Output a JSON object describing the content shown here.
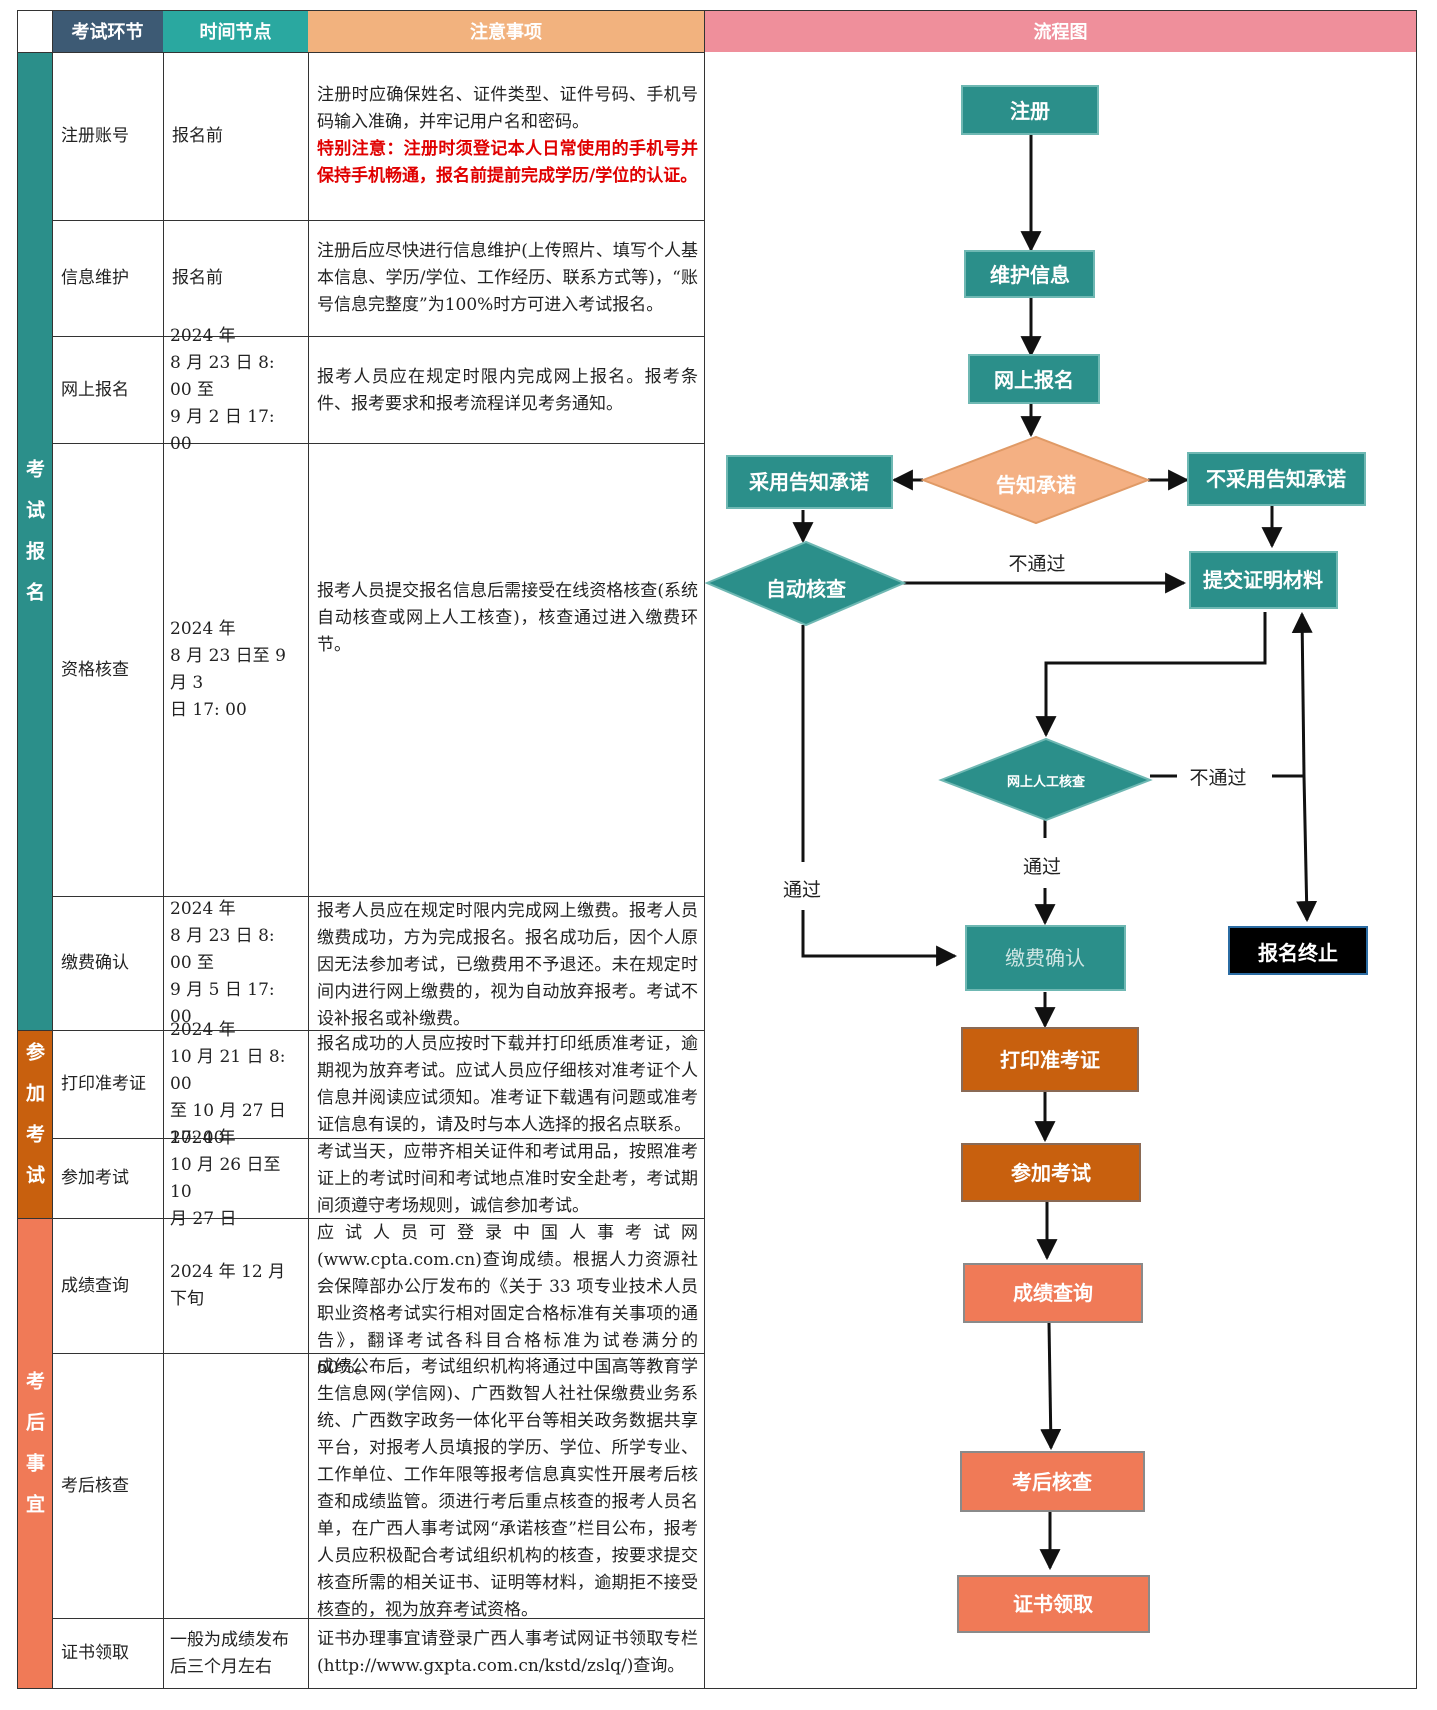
{
  "header": {
    "stage": "考试环节",
    "time": "时间节点",
    "notes": "注意事项",
    "flowchart": "流程图"
  },
  "colors": {
    "header_stage": "#3d5a74",
    "header_time": "#2aa8a0",
    "header_notes": "#f2b27e",
    "header_flow": "#ef8f9b",
    "teal": "#2b8f8a",
    "orange_dark": "#c8600e",
    "salmon": "#f07a57",
    "peach": "#f4b083",
    "red_text": "#e00000"
  },
  "bands": [
    {
      "label": "考试报名"
    },
    {
      "label": "参加考试"
    },
    {
      "label": "考后事宜"
    }
  ],
  "rows": [
    {
      "stage": "注册账号",
      "time": "报名前",
      "note": "注册时应确保姓名、证件类型、证件号码、手机号码输入准确，并牢记用户名和密码。",
      "note_red": "特别注意：注册时须登记本人日常使用的手机号并保持手机畅通，报名前提前完成学历/学位的认证。"
    },
    {
      "stage": "信息维护",
      "time": "报名前",
      "note": "注册后应尽快进行信息维护(上传照片、填写个人基本信息、学历/学位、工作经历、联系方式等)，“账号信息完整度”为100%时方可进入考试报名。"
    },
    {
      "stage": "网上报名",
      "time_lines": [
        "2024 年",
        "8 月 23 日 8: 00 至",
        "9 月 2 日 17: 00"
      ],
      "note": "报考人员应在规定时限内完成网上报名。报考条件、报考要求和报考流程详见考务通知。"
    },
    {
      "stage": "资格核查",
      "time_lines": [
        "2024 年",
        "8 月 23 日至 9 月 3",
        "日 17: 00"
      ],
      "note": "报考人员提交报名信息后需接受在线资格核查(系统自动核查或网上人工核查)，核查通过进入缴费环节。"
    },
    {
      "stage": "缴费确认",
      "time_lines": [
        "2024 年",
        "8 月 23 日 8: 00 至",
        "9 月 5 日 17: 00"
      ],
      "note": "报考人员应在规定时限内完成网上缴费。报考人员缴费成功，方为完成报名。报名成功后，因个人原因无法参加考试，已缴费用不予退还。未在规定时间内进行网上缴费的，视为自动放弃报考。考试不设补报名或补缴费。"
    },
    {
      "stage": "打印准考证",
      "time_lines": [
        "2024 年",
        "10 月 21 日 8: 00",
        "至 10 月 27 日",
        "17: 00"
      ],
      "note": "报名成功的人员应按时下载并打印纸质准考证，逾期视为放弃考试。应试人员应仔细核对准考证个人信息并阅读应试须知。准考证下载遇有问题或准考证信息有误的，请及时与本人选择的报名点联系。"
    },
    {
      "stage": "参加考试",
      "time_lines": [
        "2024 年",
        "10 月 26 日至 10",
        "月 27 日"
      ],
      "note": "考试当天，应带齐相关证件和考试用品，按照准考证上的考试时间和考试地点准时安全赴考，考试期间须遵守考场规则，诚信参加考试。"
    },
    {
      "stage": "成绩查询",
      "time": "2024 年 12 月下旬",
      "note": "应试人员可登录中国人事考试网(www.cpta.com.cn)查询成绩。根据人力资源社会保障部办公厅发布的《关于 33 项专业技术人员职业资格考试实行相对固定合格标准有关事项的通告》，翻译考试各科目合格标准为试卷满分的 60%。"
    },
    {
      "stage": "考后核查",
      "time": "",
      "note": "成绩公布后，考试组织机构将通过中国高等教育学生信息网(学信网)、广西数智人社社保缴费业务系统、广西数字政务一体化平台等相关政务数据共享平台，对报考人员填报的学历、学位、所学专业、工作单位、工作年限等报考信息真实性开展考后核查和成绩监管。须进行考后重点核查的报考人员名单，在广西人事考试网“承诺核查”栏目公布，报考人员应积极配合考试组织机构的核查，按要求提交核查所需的相关证书、证明等材料，逾期拒不接受核查的，视为放弃考试资格。"
    },
    {
      "stage": "证书领取",
      "time": "一般为成绩发布后三个月左右",
      "note": "证书办理事宜请登录广西人事考试网证书领取专栏(http://www.gxpta.com.cn/kstd/zslq/)查询。"
    }
  ],
  "flow": {
    "register": "注册",
    "maintain": "维护信息",
    "online_signup": "网上报名",
    "commitment": "告知承诺",
    "use_commitment": "采用告知承诺",
    "no_commitment": "不采用告知承诺",
    "auto_check": "自动核查",
    "submit_proof": "提交证明材料",
    "manual_check": "网上人工核查",
    "payment": "缴费确认",
    "signup_end": "报名终止",
    "print_ticket": "打印准考证",
    "take_exam": "参加考试",
    "score_query": "成绩查询",
    "post_check": "考后核查",
    "certificate": "证书领取",
    "fail_1": "不通过",
    "fail_2": "不通过",
    "pass_1": "通过",
    "pass_2": "通过"
  }
}
